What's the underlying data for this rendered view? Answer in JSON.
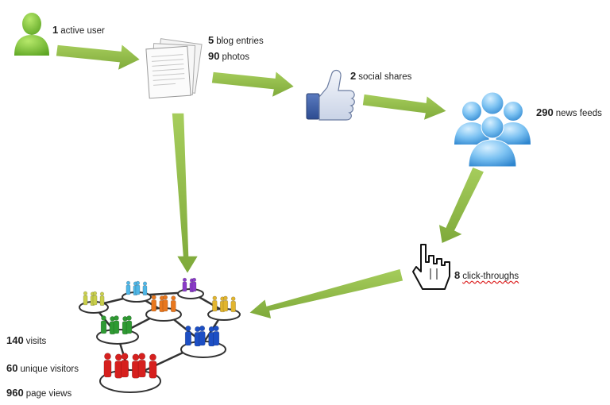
{
  "stats": {
    "active_users": {
      "count": "1",
      "label": "active user"
    },
    "blog_entries": {
      "count": "5",
      "label": "blog entries"
    },
    "photos": {
      "count": "90",
      "label": "photos"
    },
    "social_shares": {
      "count": "2",
      "label": "social shares"
    },
    "news_feeds": {
      "count": "290",
      "label": "news feeds"
    },
    "click_throughs": {
      "count": "8",
      "label": "click-throughs"
    },
    "visits": {
      "count": "140",
      "label": "visits"
    },
    "unique_visitors": {
      "count": "60",
      "label": "unique visitors"
    },
    "page_views": {
      "count": "960",
      "label": "page views"
    }
  },
  "icons": {
    "user": "user-icon",
    "documents": "documents-stack-icon",
    "like": "thumbs-up-icon",
    "group": "user-group-icon",
    "cursor": "hand-cursor-icon",
    "network": "people-network-icon"
  },
  "colors": {
    "arrow": "#8cba42",
    "user": "#7cc63a",
    "like": "#3b5998",
    "group": "#5cb0ea"
  }
}
